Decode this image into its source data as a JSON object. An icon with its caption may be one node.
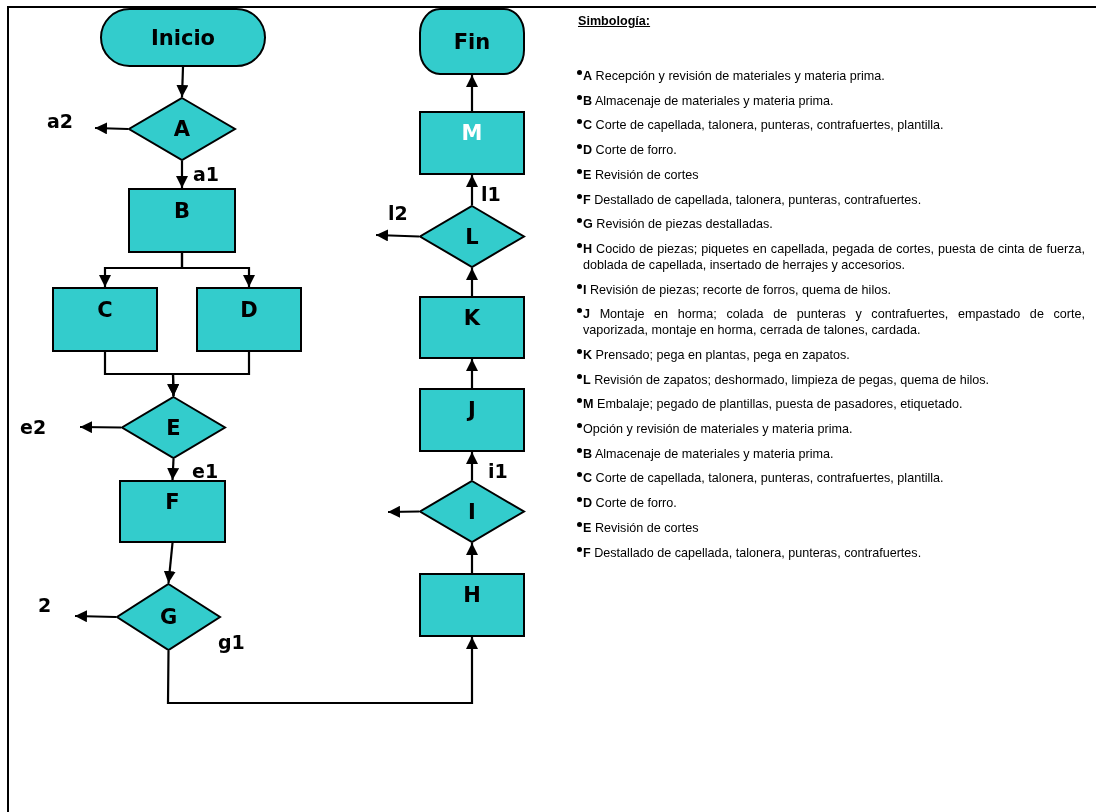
{
  "diagram": {
    "nodes": [
      {
        "text": [
          "Inicio"
        ]
      },
      {
        "text": [
          "A"
        ]
      },
      {
        "text": [
          "B"
        ]
      },
      {
        "text": [
          "C"
        ]
      },
      {
        "text": [
          "D"
        ]
      },
      {
        "text": [
          "E"
        ]
      },
      {
        "text": [
          "F"
        ]
      },
      {
        "text": [
          "G"
        ]
      },
      {
        "text": [
          "H"
        ]
      },
      {
        "text": [
          "I"
        ]
      },
      {
        "text": [
          "J"
        ]
      },
      {
        "text": [
          "K"
        ]
      },
      {
        "text": [
          "L"
        ]
      },
      {
        "text": [
          "M"
        ]
      },
      {
        "text": [
          "Fin"
        ]
      }
    ],
    "edges": [
      {
        "from": 0,
        "to": 1,
        "arrow": "to"
      },
      {
        "from": 1,
        "to": null,
        "label": "a2",
        "arrow": "to"
      },
      {
        "from": 1,
        "to": 2,
        "label": "a1",
        "arrow": "to"
      },
      {
        "from": 2,
        "to": 3,
        "arrow": "to"
      },
      {
        "from": 2,
        "to": 4,
        "arrow": "to"
      },
      {
        "from": 3,
        "to": 5,
        "arrow": "to"
      },
      {
        "from": 4,
        "to": 5,
        "arrow": "to"
      },
      {
        "from": 5,
        "to": null,
        "label": "e2",
        "arrow": "to"
      },
      {
        "from": 5,
        "to": 6,
        "label": "e1",
        "arrow": "to"
      },
      {
        "from": 6,
        "to": 7,
        "arrow": "to"
      },
      {
        "from": 7,
        "to": null,
        "label": "2",
        "arrow": "to"
      },
      {
        "from": 7,
        "to": 8,
        "label": "g1",
        "arrow": "to"
      },
      {
        "from": 8,
        "to": 9,
        "arrow": "to"
      },
      {
        "from": 9,
        "to": null,
        "arrow": "to"
      },
      {
        "from": 9,
        "to": 10,
        "label": "i1",
        "arrow": "to"
      },
      {
        "from": 10,
        "to": 11,
        "arrow": "to"
      },
      {
        "from": 11,
        "to": 12,
        "arrow": "to"
      },
      {
        "from": 12,
        "to": null,
        "label": "l2",
        "arrow": "to"
      },
      {
        "from": 12,
        "to": 13,
        "label": "l1",
        "arrow": "to"
      },
      {
        "from": 13,
        "to": 14,
        "arrow": "to"
      }
    ],
    "labels": [
      "Simbología:",
      "**A** Recepción y revisión de materiales y materia prima.",
      "**B** Almacenaje de materiales y materia prima.",
      "**C** Corte de capellada, talonera, punteras, contrafuertes, plantilla.",
      "**D** Corte de forro.",
      "**E** Revisión de cortes",
      "**F** Destallado de capellada, talonera, punteras, contrafuertes.",
      "**G** Revisión de piezas destalladas.",
      "**H** Cocido de piezas; piquetes en capellada, pegada de cortes, puesta de cinta de fuerza, doblada de capellada, insertado de herrajes y accesorios.",
      "**I** Revisión de piezas; recorte de forros, quema de hilos.",
      "**J** Montaje en horma; colada de punteras y contrafuertes, empastado de corte, vaporizada, montaje en horma, cerrada de talones, cardada.",
      "**K** Prensado; pega en plantas, pega en zapatos.",
      "**L** Revisión de zapatos; deshormado, limpieza de pegas, quema de hilos.",
      "**M** Embalaje; pegado de plantillas, puesta de pasadores, etiquetado.",
      "Opción y revisión de materiales y materia prima.",
      "**B** Almacenaje de materiales y materia prima.",
      "**C** Corte de capellada, talonera, punteras, contrafuertes, plantilla.",
      "**D** Corte de forro.",
      "**E** Revisión de cortes",
      "**F** Destallado de capellada, talonera, punteras, contrafuertes."
    ]
  }
}
